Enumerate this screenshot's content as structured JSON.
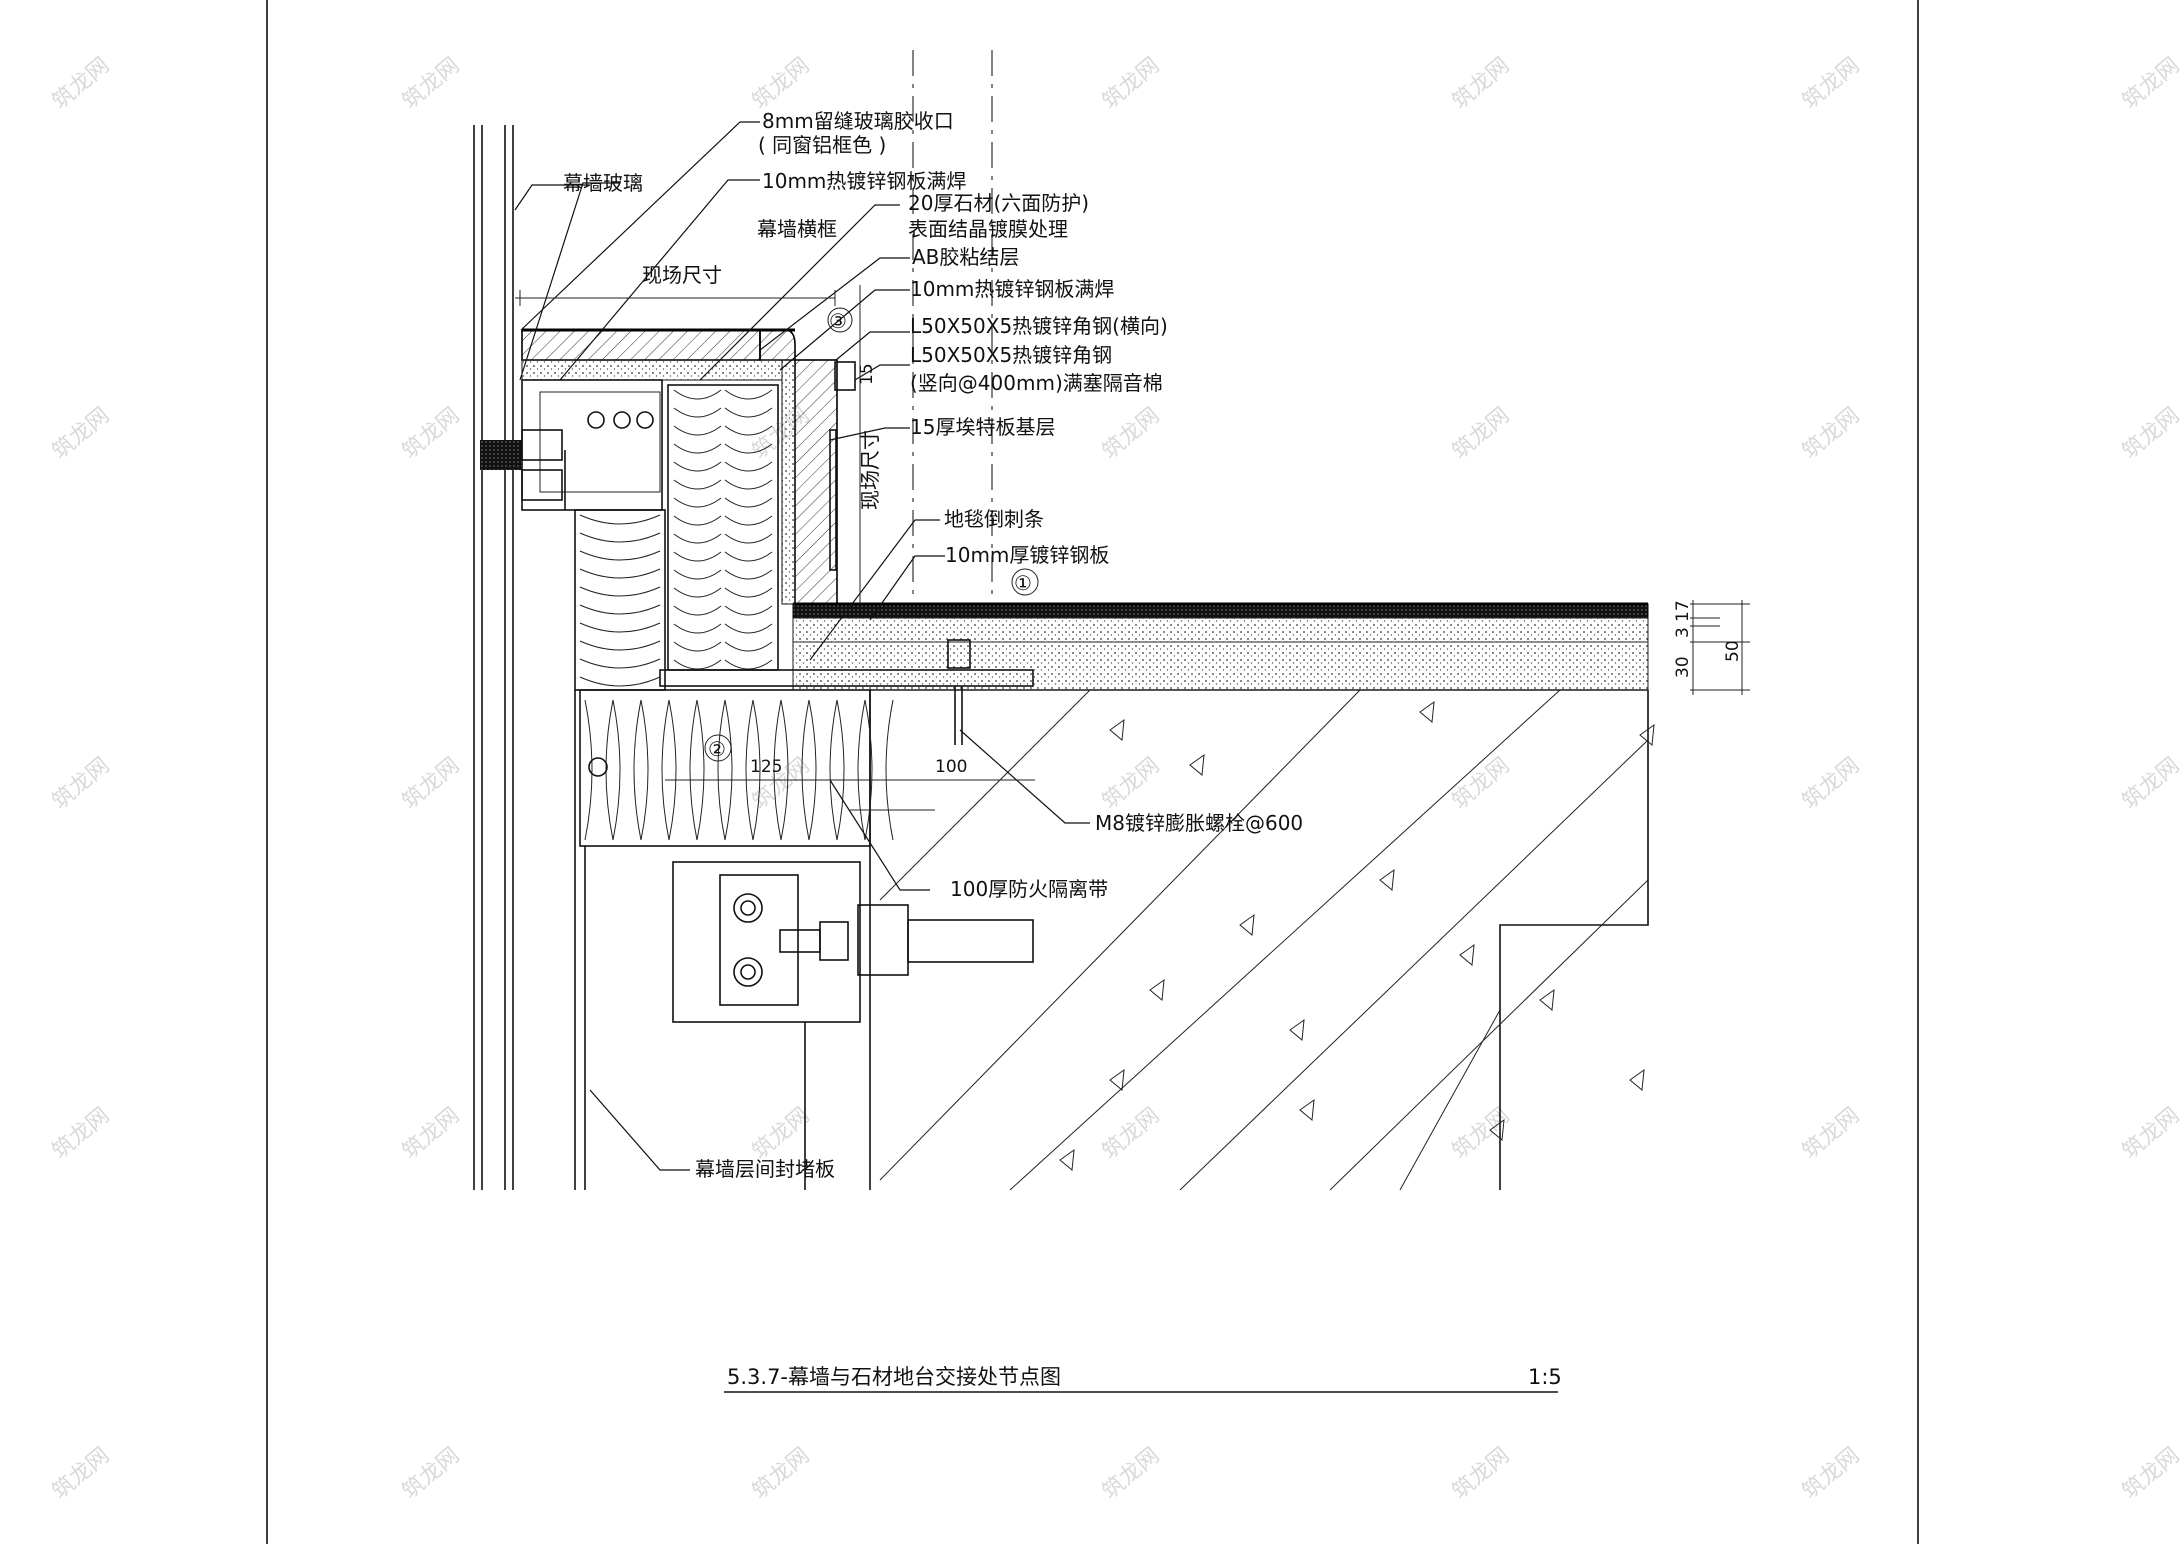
{
  "drawing": {
    "labels": {
      "glass_sealant": "8mm留缝玻璃胶收口",
      "glass_sealant_note": "( 同窗铝框色 )",
      "curtain_glass": "幕墙玻璃",
      "steel_plate_weld_top": "10mm热镀锌钢板满焊",
      "stone_20": "20厚石材(六面防护)",
      "stone_finish": "表面结晶镀膜处理",
      "transom": "幕墙横框",
      "ab_glue": "AB胶粘结层",
      "site_dim": "现场尺寸",
      "steel_plate_weld": "10mm热镀锌钢板满焊",
      "angle_horizontal": "L50X50X5热镀锌角钢(横向)",
      "angle_vertical": "L50X50X5热镀锌角钢",
      "angle_vertical_note": "(竖向@400mm)满塞隔音棉",
      "eterboard": "15厚埃特板基层",
      "site_dim_vertical": "现场尺寸",
      "carpet_strip": "地毯倒刺条",
      "galv_plate": "10mm厚镀锌钢板",
      "anchor_bolt": "M8镀锌膨胀螺栓@600",
      "fire_barrier": "100厚防火隔离带",
      "spandrel_panel": "幕墙层间封堵板"
    },
    "markers": {
      "m1": "①",
      "m2": "②",
      "m3": "③"
    },
    "dimensions": {
      "d125": "125",
      "d100": "100",
      "d15": "15",
      "d30": "30",
      "d3": "3",
      "d17": "17",
      "d50": "50"
    }
  },
  "title_block": {
    "title": "5.3.7-幕墙与石材地台交接处节点图",
    "scale": "1:5"
  },
  "watermark": "筑龙网"
}
